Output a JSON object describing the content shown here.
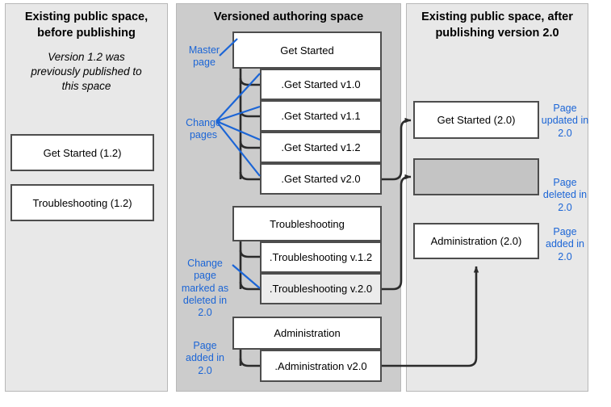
{
  "diagram": {
    "panels": [
      {
        "id": "before",
        "title": "Existing public space,\nbefore publishing",
        "title_line1": "Existing public space,",
        "title_line2": "before publishing",
        "subtitle_line1": "Version 1.2 was",
        "subtitle_line2": "previously published to",
        "subtitle_line3": "this space",
        "background": "#e8e8e8"
      },
      {
        "id": "authoring",
        "title_line1": "Versioned authoring space",
        "background": "#cccccc"
      },
      {
        "id": "after",
        "title_line1": "Existing public space, after",
        "title_line2": "publishing version 2.0",
        "background": "#e8e8e8"
      }
    ],
    "before_boxes": [
      {
        "label": "Get Started (1.2)"
      },
      {
        "label": "Troubleshooting (1.2)"
      }
    ],
    "authoring_groups": [
      {
        "master": "Get Started",
        "changes": [
          ".Get Started v1.0",
          ".Get Started v1.1",
          ".Get Started v1.2",
          ".Get Started v2.0"
        ]
      },
      {
        "master": "Troubleshooting",
        "changes": [
          ".Troubleshooting v.1.2",
          ".Troubleshooting v.2.0"
        ]
      },
      {
        "master": "Administration",
        "changes": [
          ".Administration v2.0"
        ]
      }
    ],
    "after_boxes": [
      {
        "label": "Get Started (2.0)",
        "state": "updated"
      },
      {
        "label": "",
        "state": "deleted"
      },
      {
        "label": "Administration (2.0)",
        "state": "added"
      }
    ],
    "notes": {
      "master_page_l1": "Master",
      "master_page_l2": "page",
      "change_pages_l1": "Change",
      "change_pages_l2": "pages",
      "deleted_note_l1": "Change",
      "deleted_note_l2": "page",
      "deleted_note_l3": "marked as",
      "deleted_note_l4": "deleted in",
      "deleted_note_l5": "2.0",
      "added_note_l1": "Page",
      "added_note_l2": "added in",
      "added_note_l3": "2.0",
      "updated_right_l1": "Page",
      "updated_right_l2": "updated in",
      "updated_right_l3": "2.0",
      "deleted_right_l1": "Page",
      "deleted_right_l2": "deleted in",
      "deleted_right_l3": "2.0",
      "added_right_l1": "Page",
      "added_right_l2": "added in",
      "added_right_l3": "2.0"
    },
    "colors": {
      "annotation_blue": "#1b65d6",
      "box_border": "#4d4d4d",
      "panel_light": "#e8e8e8",
      "panel_dark": "#cccccc",
      "deleted_fill": "#c4c4c4"
    }
  }
}
